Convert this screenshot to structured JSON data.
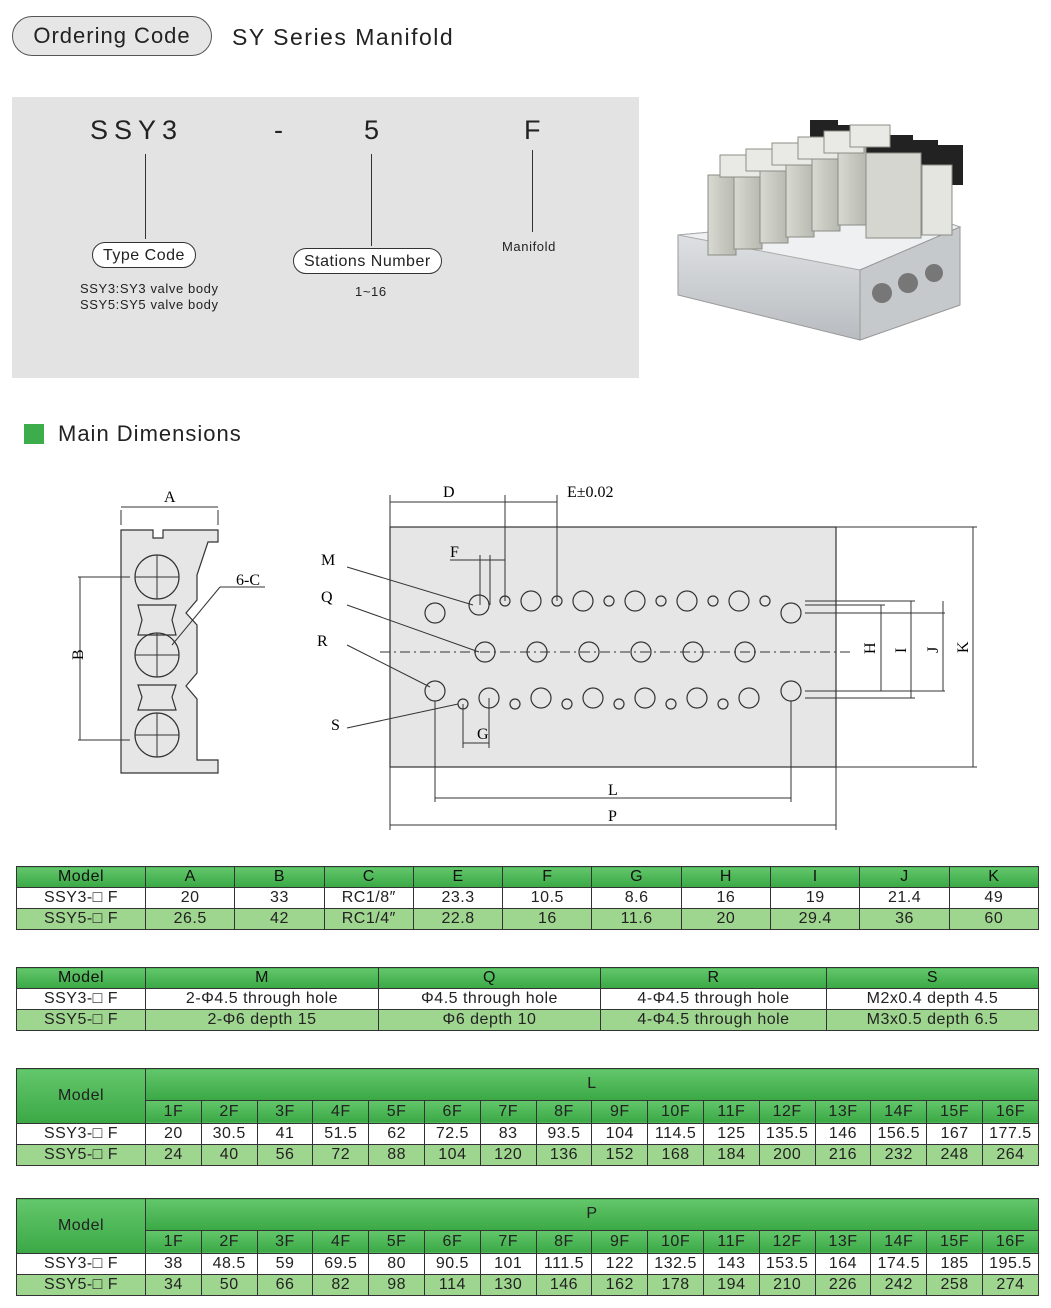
{
  "header": {
    "badge": "Ordering Code",
    "title": "SY Series Manifold"
  },
  "ordering": {
    "code_parts": [
      "SSY3",
      "-",
      "5",
      "F"
    ],
    "type_code_label": "Type Code",
    "type_code_lines": [
      "SSY3:SY3 valve body",
      "SSY5:SY5 valve body"
    ],
    "stations_label": "Stations Number",
    "stations_range": "1~16",
    "manifold_label": "Manifold"
  },
  "section": {
    "title": "Main Dimensions"
  },
  "drawing": {
    "labels": {
      "A": "A",
      "B": "B",
      "C": "6-C",
      "D": "D",
      "E": "E±0.02",
      "F": "F",
      "G": "G",
      "H": "H",
      "I": "I",
      "J": "J",
      "K": "K",
      "L": "L",
      "P": "P",
      "M": "M",
      "Q": "Q",
      "R": "R",
      "S": "S"
    }
  },
  "table1": {
    "headers": [
      "Model",
      "A",
      "B",
      "C",
      "E",
      "F",
      "G",
      "H",
      "I",
      "J",
      "K"
    ],
    "rows": [
      [
        "SSY3-□ F",
        "20",
        "33",
        "RC1/8″",
        "23.3",
        "10.5",
        "8.6",
        "16",
        "19",
        "21.4",
        "49"
      ],
      [
        "SSY5-□ F",
        "26.5",
        "42",
        "RC1/4″",
        "22.8",
        "16",
        "11.6",
        "20",
        "29.4",
        "36",
        "60"
      ]
    ]
  },
  "table2": {
    "headers": [
      "Model",
      "M",
      "Q",
      "R",
      "S"
    ],
    "rows": [
      [
        "SSY3-□ F",
        "2-Φ4.5 through hole",
        "Φ4.5 through hole",
        "4-Φ4.5 through hole",
        "M2x0.4 depth 4.5"
      ],
      [
        "SSY5-□ F",
        "2-Φ6 depth 15",
        "Φ6 depth 10",
        "4-Φ4.5 through hole",
        "M3x0.5 depth 6.5"
      ]
    ]
  },
  "table3": {
    "model_label": "Model",
    "group_label": "L",
    "stations": [
      "1F",
      "2F",
      "3F",
      "4F",
      "5F",
      "6F",
      "7F",
      "8F",
      "9F",
      "10F",
      "11F",
      "12F",
      "13F",
      "14F",
      "15F",
      "16F"
    ],
    "rows": [
      {
        "model": "SSY3-□ F",
        "values": [
          "20",
          "30.5",
          "41",
          "51.5",
          "62",
          "72.5",
          "83",
          "93.5",
          "104",
          "114.5",
          "125",
          "135.5",
          "146",
          "156.5",
          "167",
          "177.5"
        ]
      },
      {
        "model": "SSY5-□ F",
        "values": [
          "24",
          "40",
          "56",
          "72",
          "88",
          "104",
          "120",
          "136",
          "152",
          "168",
          "184",
          "200",
          "216",
          "232",
          "248",
          "264"
        ]
      }
    ]
  },
  "table4": {
    "model_label": "Model",
    "group_label": "P",
    "stations": [
      "1F",
      "2F",
      "3F",
      "4F",
      "5F",
      "6F",
      "7F",
      "8F",
      "9F",
      "10F",
      "11F",
      "12F",
      "13F",
      "14F",
      "15F",
      "16F"
    ],
    "rows": [
      {
        "model": "SSY3-□ F",
        "values": [
          "38",
          "48.5",
          "59",
          "69.5",
          "80",
          "90.5",
          "101",
          "111.5",
          "122",
          "132.5",
          "143",
          "153.5",
          "164",
          "174.5",
          "185",
          "195.5"
        ]
      },
      {
        "model": "SSY5-□ F",
        "values": [
          "34",
          "50",
          "66",
          "82",
          "98",
          "114",
          "130",
          "146",
          "162",
          "178",
          "194",
          "210",
          "226",
          "242",
          "258",
          "274"
        ]
      }
    ]
  }
}
